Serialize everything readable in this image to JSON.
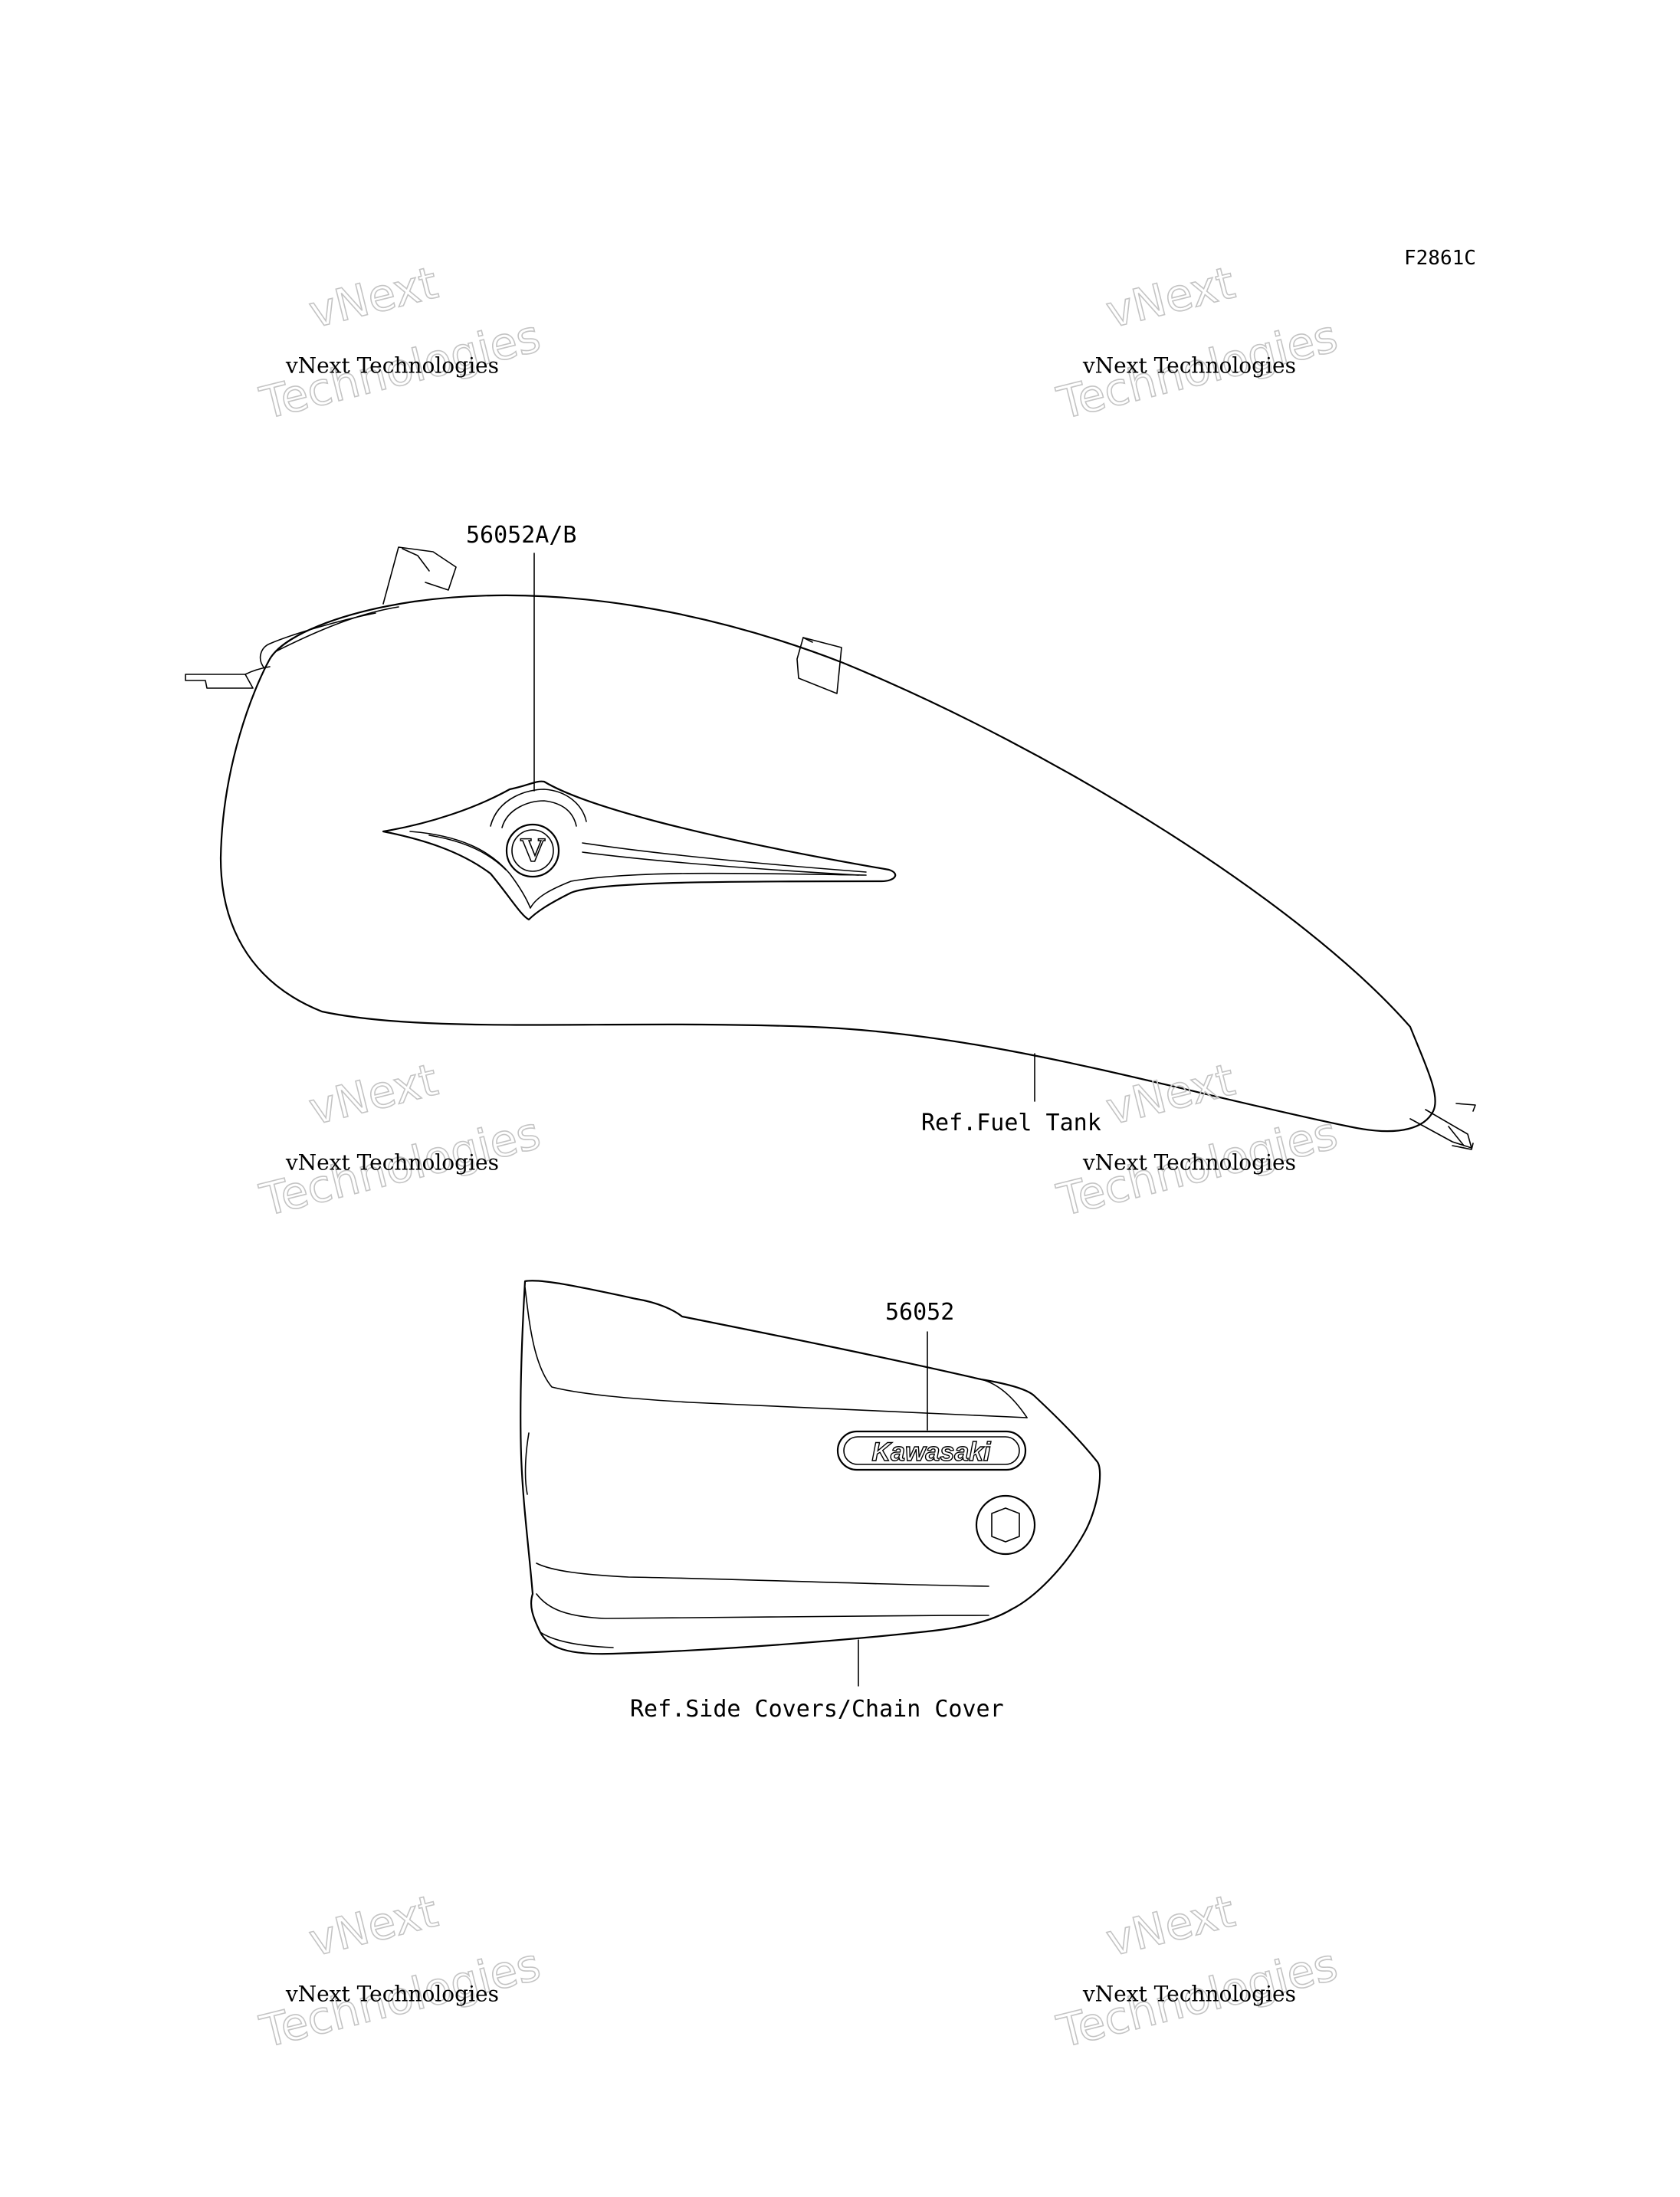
{
  "figure_code": "F2861C",
  "callouts": {
    "tank_emblem_part": "56052A/B",
    "tank_reference": "Ref.Fuel Tank",
    "cover_emblem_part": "56052",
    "cover_reference": "Ref.Side Covers/Chain Cover"
  },
  "emblem": {
    "tank_letter": "V",
    "cover_brand": "Kawasaki"
  },
  "watermark": {
    "line1": "vNext",
    "line2": "Technologies",
    "caption": "vNext Technologies"
  }
}
